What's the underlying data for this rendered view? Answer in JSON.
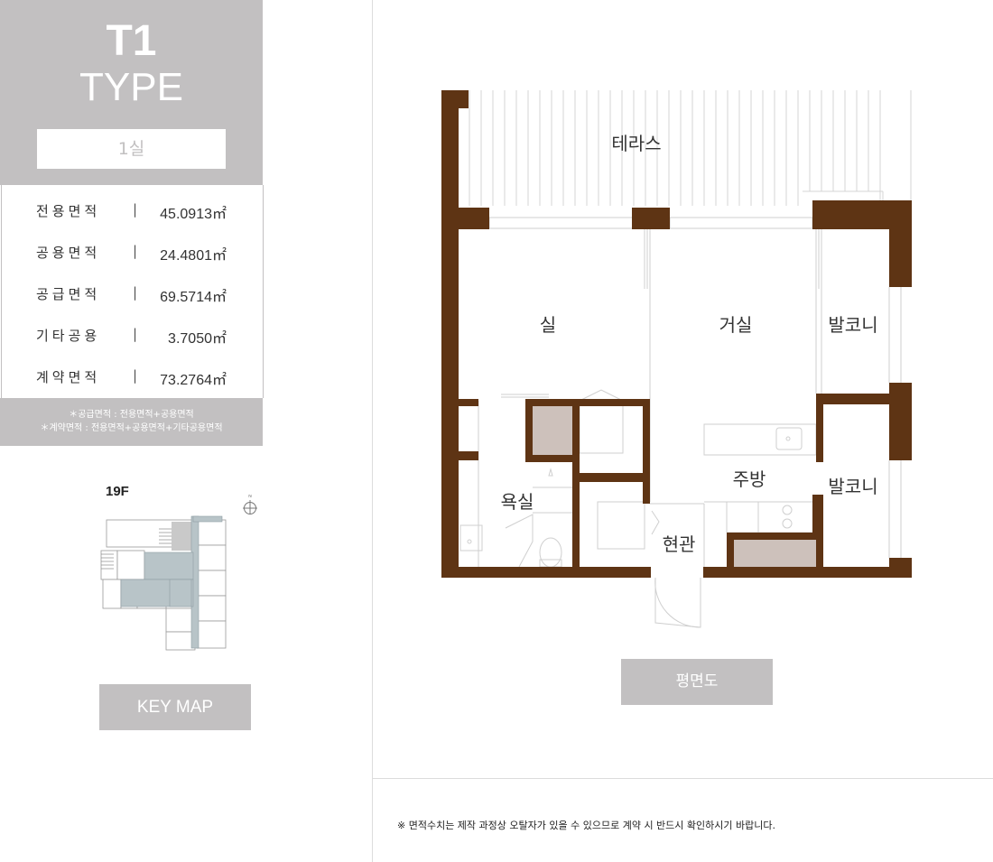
{
  "type_panel": {
    "code": "T1",
    "type_word": "TYPE",
    "room_count": "1실"
  },
  "area_table": [
    {
      "label": "전용면적",
      "sep": "|",
      "value": "45.0913㎡"
    },
    {
      "label": "공용면적",
      "sep": "|",
      "value": "24.4801㎡"
    },
    {
      "label": "공급면적",
      "sep": "|",
      "value": "69.5714㎡"
    },
    {
      "label": "기타공용",
      "sep": "|",
      "value": "3.7050㎡"
    },
    {
      "label": "계약면적",
      "sep": "|",
      "value": "73.2764㎡"
    }
  ],
  "notes": [
    "＊공급면적 : 전용면적+공용면적",
    "＊계약면적 : 전용면적+공용면적+기타공용면적"
  ],
  "keymap": {
    "floor": "19F",
    "compass": "N",
    "button_label": "KEY MAP"
  },
  "floor_plan": {
    "rooms": {
      "terrace": "테라스",
      "room": "실",
      "living": "거실",
      "balcony_top": "발코니",
      "balcony_bottom": "발코니",
      "bath": "욕실",
      "kitchen": "주방",
      "entrance": "현관"
    },
    "button_label": "평면도"
  },
  "disclaimer": "※ 면적수치는 제작 과정상 오탈자가 있을 수 있으므로 계약 시 반드시 확인하시기 바랍니다.",
  "colors": {
    "panel_gray": "#c2c0c1",
    "wall_brown": "#5e3414",
    "fixture_tan": "#cdc1bb",
    "keymap_highlight": "#b8c4c8"
  }
}
